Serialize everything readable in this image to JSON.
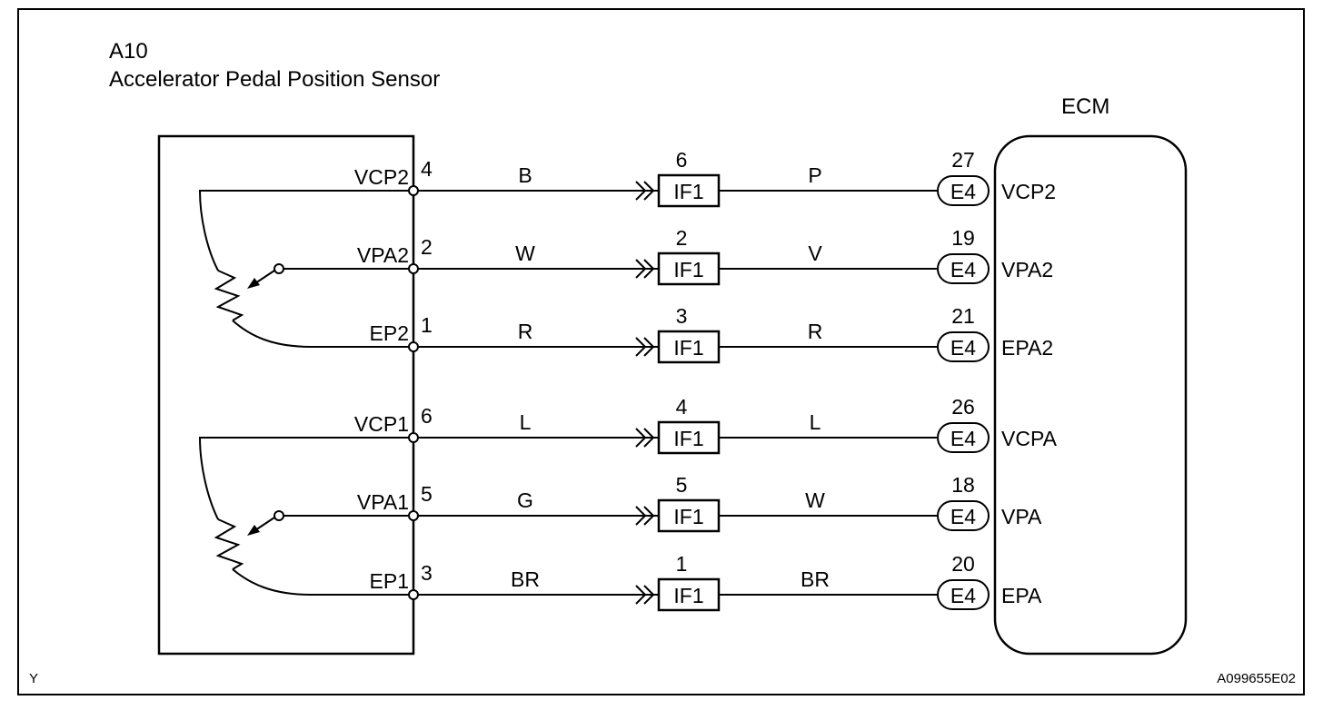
{
  "component": {
    "id": "A10",
    "name": "Accelerator Pedal Position Sensor"
  },
  "ecm": {
    "label": "ECM"
  },
  "footer": {
    "left_code": "Y",
    "figure_id": "A099655E02"
  },
  "circuits": [
    {
      "sensor_terminal": "VCP2",
      "sensor_pin": "4",
      "wire_color_1": "B",
      "junction": "IF1",
      "junction_pin": "6",
      "wire_color_2": "P",
      "ecm_connector": "E4",
      "ecm_pin": "27",
      "ecm_terminal": "VCP2"
    },
    {
      "sensor_terminal": "VPA2",
      "sensor_pin": "2",
      "wire_color_1": "W",
      "junction": "IF1",
      "junction_pin": "2",
      "wire_color_2": "V",
      "ecm_connector": "E4",
      "ecm_pin": "19",
      "ecm_terminal": "VPA2"
    },
    {
      "sensor_terminal": "EP2",
      "sensor_pin": "1",
      "wire_color_1": "R",
      "junction": "IF1",
      "junction_pin": "3",
      "wire_color_2": "R",
      "ecm_connector": "E4",
      "ecm_pin": "21",
      "ecm_terminal": "EPA2"
    },
    {
      "sensor_terminal": "VCP1",
      "sensor_pin": "6",
      "wire_color_1": "L",
      "junction": "IF1",
      "junction_pin": "4",
      "wire_color_2": "L",
      "ecm_connector": "E4",
      "ecm_pin": "26",
      "ecm_terminal": "VCPA"
    },
    {
      "sensor_terminal": "VPA1",
      "sensor_pin": "5",
      "wire_color_1": "G",
      "junction": "IF1",
      "junction_pin": "5",
      "wire_color_2": "W",
      "ecm_connector": "E4",
      "ecm_pin": "18",
      "ecm_terminal": "VPA"
    },
    {
      "sensor_terminal": "EP1",
      "sensor_pin": "3",
      "wire_color_1": "BR",
      "junction": "IF1",
      "junction_pin": "1",
      "wire_color_2": "BR",
      "ecm_connector": "E4",
      "ecm_pin": "20",
      "ecm_terminal": "EPA"
    }
  ]
}
